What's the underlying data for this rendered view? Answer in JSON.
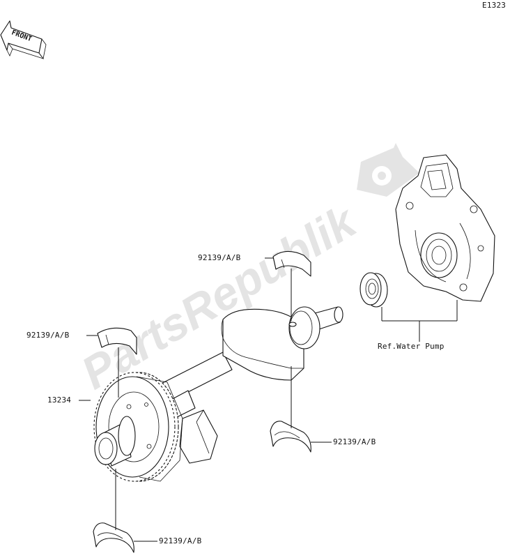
{
  "diagram_code": "E1323",
  "front_indicator": "FRONT",
  "watermark": "PartsRepublik",
  "labels": {
    "bearing_top": "92139/A/B",
    "bearing_left": "92139/A/B",
    "bearing_right": "92139/A/B",
    "bearing_bottom": "92139/A/B",
    "gear": "13234",
    "water_pump_ref": "Ref.Water Pump"
  }
}
